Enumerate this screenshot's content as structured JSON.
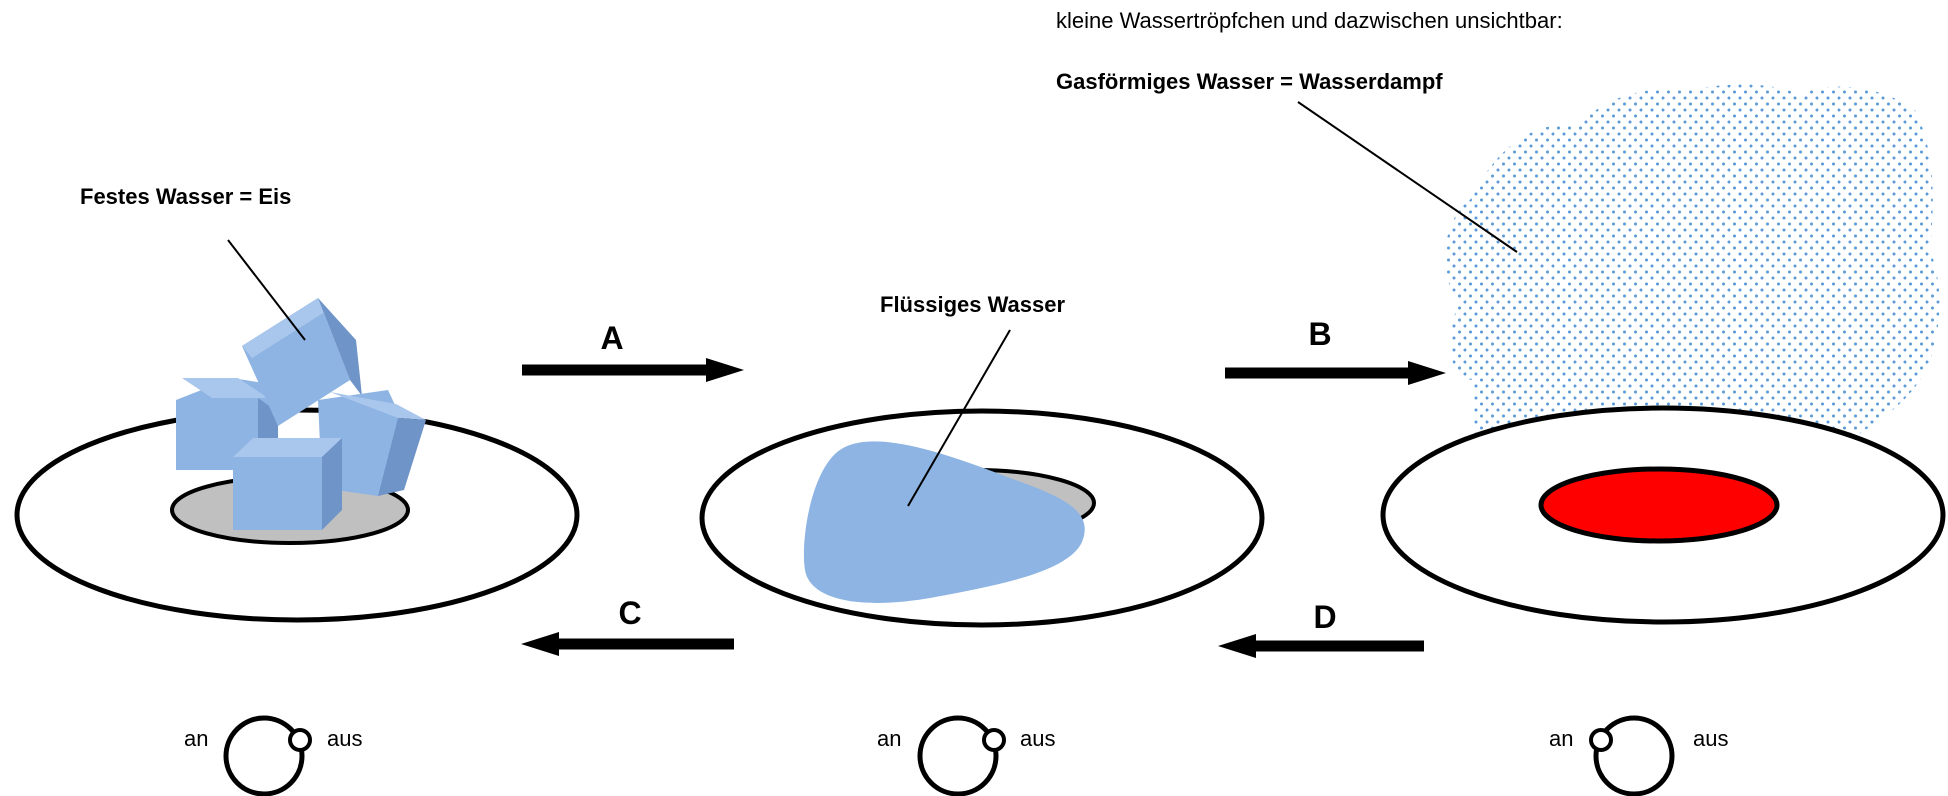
{
  "labels": {
    "vapor_note": "kleine Wassertröpfchen und dazwischen unsichtbar:",
    "gas": "Gasförmiges Wasser  = Wasserdampf",
    "solid": "Festes Wasser = Eis",
    "liquid": "Flüssiges Wasser"
  },
  "arrows": {
    "a": "A",
    "b": "B",
    "c": "C",
    "d": "D"
  },
  "switches": [
    {
      "on_label": "an",
      "off_label": "aus"
    },
    {
      "on_label": "an",
      "off_label": "aus"
    },
    {
      "on_label": "an",
      "off_label": "aus"
    }
  ],
  "colors": {
    "ice": "#8EB4E3",
    "water": "#8EB4E3",
    "steam_dots": "#5B9BD5",
    "cold_plate": "#C0C0C0",
    "hot_plate": "#FF0000"
  }
}
